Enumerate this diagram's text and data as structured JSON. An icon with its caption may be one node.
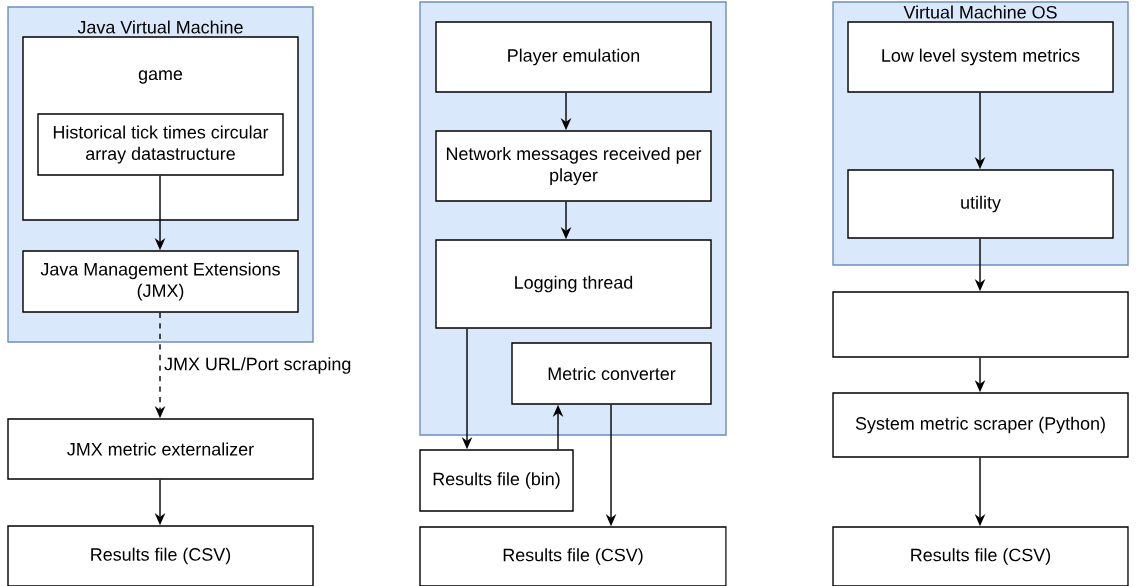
{
  "diagram": {
    "nodes": [
      {
        "text": [
          "Java Virtual Machine"
        ]
      },
      {
        "text": [
          "game"
        ],
        "in": 0
      },
      {
        "text": [
          "Historical tick times circular array datastructure"
        ],
        "in": 1
      },
      {
        "text": [
          "Java Management Extensions (JMX)"
        ],
        "in": 0
      },
      {
        "text": [
          "JMX metric externalizer"
        ]
      },
      {
        "text": [
          "Results file (CSV)"
        ]
      },
      {
        "text": [],
        "shape": "box"
      },
      {
        "text": [
          "Player emulation"
        ],
        "in": 6
      },
      {
        "text": [
          "Network messages received per player"
        ],
        "in": 6
      },
      {
        "text": [
          "Logging thread"
        ],
        "in": 6
      },
      {
        "text": [
          "Metric converter"
        ],
        "in": 6
      },
      {
        "text": [
          "Results file (bin)"
        ]
      },
      {
        "text": [
          "Results file (CSV)"
        ]
      },
      {
        "text": [
          "Virtual Machine OS"
        ]
      },
      {
        "text": [
          "Low level system metrics"
        ],
        "in": 13
      },
      {
        "text": [
          "utility"
        ],
        "in": 13
      },
      {
        "text": [],
        "shape": "box"
      },
      {
        "text": [
          "System metric scraper (Python)"
        ]
      },
      {
        "text": [
          "Results file (CSV)"
        ]
      }
    ],
    "edges": [
      {
        "from": 2,
        "to": 3,
        "arrow": "to"
      },
      {
        "from": 3,
        "to": 4,
        "arrow": "to",
        "style": "dashed",
        "label": "JMX URL/Port scraping"
      },
      {
        "from": 4,
        "to": 5,
        "arrow": "to"
      },
      {
        "from": 7,
        "to": 8,
        "arrow": "to"
      },
      {
        "from": 8,
        "to": 9,
        "arrow": "to"
      },
      {
        "from": 9,
        "to": 11,
        "arrow": "to"
      },
      {
        "from": 11,
        "to": 10,
        "arrow": "to"
      },
      {
        "from": 10,
        "to": 12,
        "arrow": "to"
      },
      {
        "from": 14,
        "to": 15,
        "arrow": "to"
      },
      {
        "from": 15,
        "to": 16,
        "arrow": "to"
      },
      {
        "from": 16,
        "to": 17,
        "arrow": "to"
      },
      {
        "from": 17,
        "to": 18,
        "arrow": "to"
      }
    ]
  }
}
